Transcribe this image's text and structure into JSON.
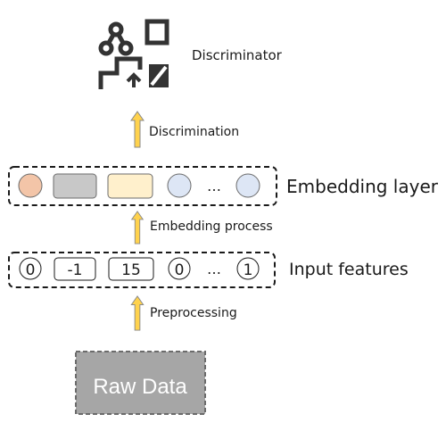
{
  "discriminator": {
    "label": "Discriminator",
    "icon": "discriminator-network-icon"
  },
  "arrows": {
    "discrimination": "Discrimination",
    "embedding_process": "Embedding process",
    "preprocessing": "Preprocessing"
  },
  "embedding_layer": {
    "label": "Embedding layer",
    "ellipsis": "…",
    "cells": [
      {
        "shape": "circle",
        "fill": "#f3c5a8"
      },
      {
        "shape": "rect",
        "fill": "#c8c8c8"
      },
      {
        "shape": "rect",
        "fill": "#fff0cc"
      },
      {
        "shape": "circle",
        "fill": "#dde6f5"
      },
      {
        "shape": "circle",
        "fill": "#dde6f5"
      }
    ]
  },
  "input_features": {
    "label": "Input features",
    "ellipsis": "…",
    "values": [
      "0",
      "-1",
      "15",
      "0",
      "1"
    ]
  },
  "raw_data": {
    "label": "Raw Data"
  },
  "colors": {
    "arrow_fill": "#ffd24d",
    "arrow_stroke": "#8a8a8a",
    "icon": "#333333",
    "raw_data_fill": "#a6a6a6",
    "raw_data_text": "#ffffff"
  }
}
